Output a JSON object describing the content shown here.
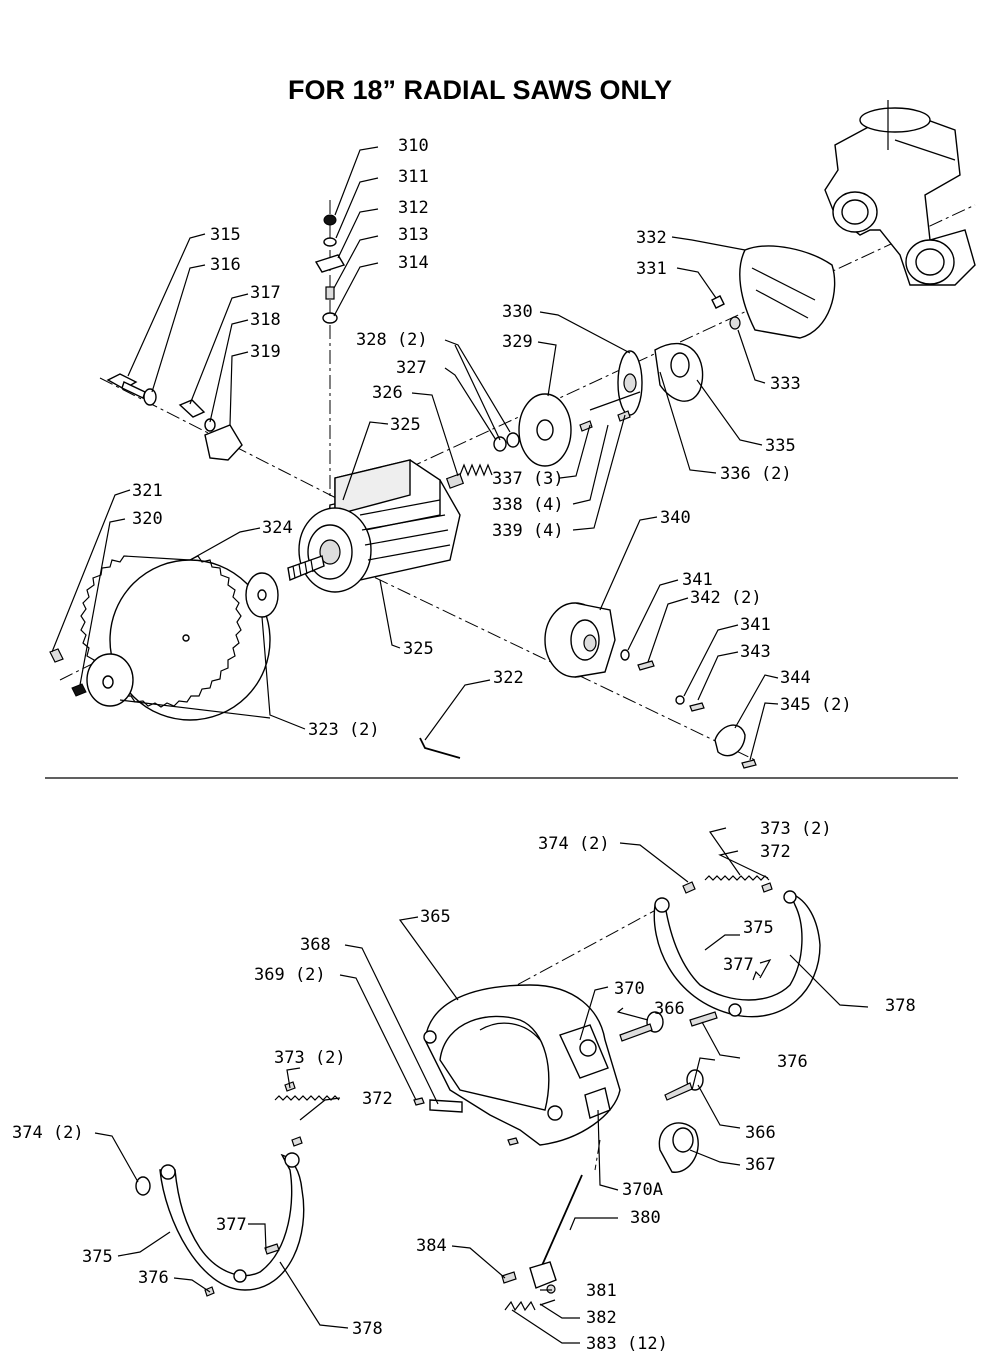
{
  "title": "FOR 18” RADIAL SAWS ONLY",
  "upper_labels": {
    "l310": "310",
    "l311": "311",
    "l312": "312",
    "l313": "313",
    "l314": "314",
    "l315": "315",
    "l316": "316",
    "l317": "317",
    "l318": "318",
    "l319": "319",
    "l320": "320",
    "l321": "321",
    "l322": "322",
    "l323": "323 (2)",
    "l324": "324",
    "l325a": "325",
    "l325b": "325",
    "l326": "326",
    "l327": "327",
    "l328": "328 (2)",
    "l329": "329",
    "l330": "330",
    "l331": "331",
    "l332": "332",
    "l333": "333",
    "l335": "335",
    "l336": "336 (2)",
    "l337": "337 (3)",
    "l338": "338 (4)",
    "l339": "339 (4)",
    "l340": "340",
    "l341a": "341",
    "l341b": "341",
    "l342": "342 (2)",
    "l343": "343",
    "l344": "344",
    "l345": "345 (2)"
  },
  "lower_labels": {
    "l365": "365",
    "l366a": "366",
    "l366b": "366",
    "l367": "367",
    "l368": "368",
    "l369": "369 (2)",
    "l370": "370",
    "l370a": "370A",
    "l372a": "372",
    "l372b": "372",
    "l373a": "373 (2)",
    "l373b": "373 (2)",
    "l374a": "374 (2)",
    "l374b": "374 (2)",
    "l375a": "375",
    "l375b": "375",
    "l376a": "376",
    "l376b": "376",
    "l377a": "377",
    "l377b": "377",
    "l378a": "378",
    "l378b": "378",
    "l380": "380",
    "l381": "381",
    "l382": "382",
    "l383": "383 (12)",
    "l384": "384"
  }
}
